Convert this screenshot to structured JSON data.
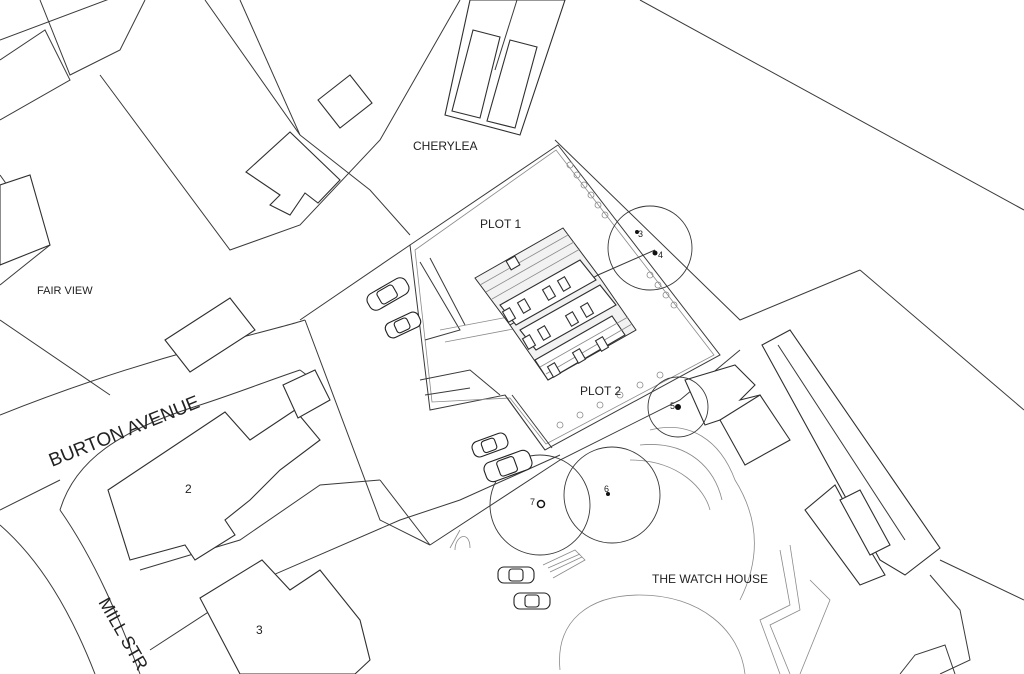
{
  "labels": {
    "cherylea": "CHERYLEA",
    "plot1": "PLOT 1",
    "plot2": "PLOT 2",
    "fair_view": "FAIR VIEW",
    "burton_avenue": "BURTON AVENUE",
    "mill_street": "MILL STR",
    "watch_house": "THE WATCH HOUSE",
    "house_2": "2",
    "house_3": "3"
  },
  "trees": [
    {
      "id": "3"
    },
    {
      "id": "4"
    },
    {
      "id": "5"
    },
    {
      "id": "6"
    },
    {
      "id": "7"
    }
  ]
}
